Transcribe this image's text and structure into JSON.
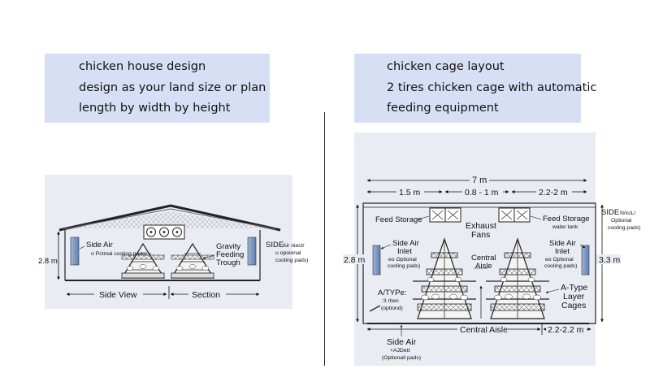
{
  "captions": {
    "left": [
      "chicken house design",
      "design as your land size or plan",
      "length by width by height"
    ],
    "right": [
      "chicken cage layout",
      "2 tires chicken cage with automatic",
      "feeding equipment"
    ]
  },
  "left_diagram": {
    "height": "2.8 m",
    "side_air": "Side Air",
    "side_air_note": "o Pctmal cooling pads)",
    "gravity": [
      "Gravity",
      "Feeding",
      "Trough"
    ],
    "side_right": "SIDE",
    "side_right_note": [
      "Air niect/",
      "u opoional",
      "cooling pads)"
    ],
    "side_view": "Side View",
    "section": "Section"
  },
  "right_diagram": {
    "width_total": "7 m",
    "dim_a": "1.5 m",
    "dim_b": "0.8 - 1 m",
    "dim_c": "2.2-2 m",
    "feed_storage_left": "Feed Storage",
    "exhaust": [
      "Exhaust",
      "Fans"
    ],
    "feed_storage_right": [
      "Feed Storage",
      "water tank"
    ],
    "side_top_right": [
      "SIDE",
      "N/xcL/",
      "Optional",
      "cooling pads)"
    ],
    "height_left": "2.8 m",
    "height_right": "3.3 m",
    "side_air_inlet_left": [
      "Side Air",
      "Inlet"
    ],
    "side_air_inlet_left_note": [
      "eo Optional",
      "cooling pads)"
    ],
    "central_aisle_top": [
      "Central",
      "Aisle"
    ],
    "side_air_inlet_right": [
      "Side Air",
      "Inlet"
    ],
    "side_air_inlet_right_note": [
      "eo Optional",
      "cooling pads)"
    ],
    "atype_left": [
      "A/TYPe:",
      ":3 rtien",
      "(optiond)"
    ],
    "atype_right": [
      "A-Type",
      "Layer",
      "Cages"
    ],
    "central_aisle_bottom": "Central Aisle",
    "dim_bottom_right": "2.2-2.2 m",
    "side_air_bottom": [
      "Side Air",
      "+AJDett",
      "(Optionall pads)"
    ]
  }
}
